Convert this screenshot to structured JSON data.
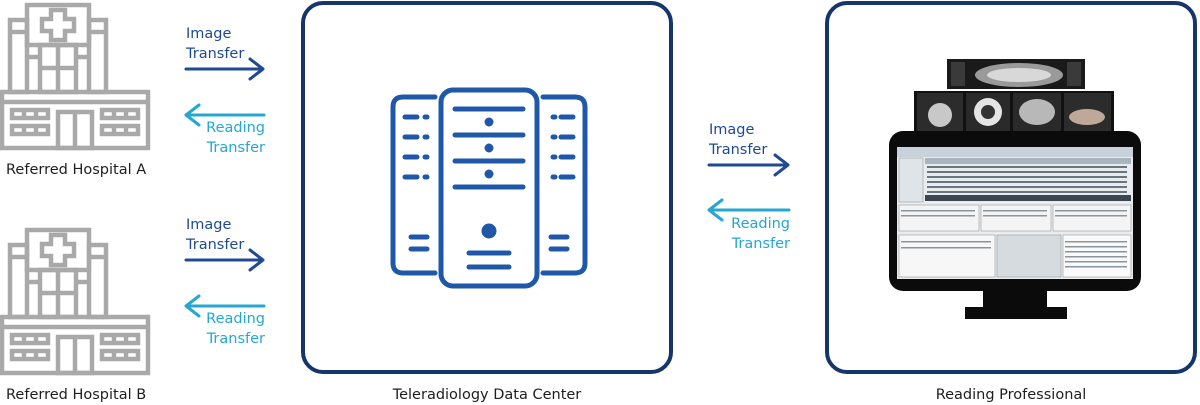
{
  "hospitals": [
    {
      "name": "Referred Hospital A",
      "icon": "hospital-building-icon"
    },
    {
      "name": "Referred Hospital B",
      "icon": "hospital-building-icon"
    }
  ],
  "transfers": {
    "image": [
      "Image",
      "Transfer"
    ],
    "reading": [
      "Reading",
      "Transfer"
    ]
  },
  "data_center": {
    "label": "Teleradiology Data Center",
    "icon": "server-rack-icon"
  },
  "professional": {
    "label": "Reading Professional",
    "icon": "monitor-workstation-icon"
  },
  "colors": {
    "panel_border": "#16356b",
    "image_arrow": "#1f4a93",
    "reading_arrow": "#25a7d2",
    "server_blue": "#1f58a8",
    "hospital_gray": "#a9a9a9"
  }
}
